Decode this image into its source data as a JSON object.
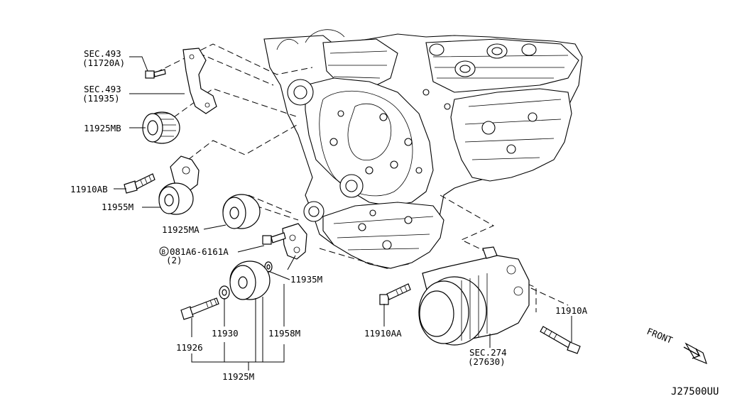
{
  "labels": {
    "sec493_a": "SEC.493",
    "sec493_a_sub": "(11720A)",
    "sec493_b": "SEC.493",
    "sec493_b_sub": "(11935)",
    "p11925MB": "11925MB",
    "p11910AB": "11910AB",
    "p11955M": "11955M",
    "p11925MA": "11925MA",
    "bolt_spec": "081A6-6161A",
    "bolt_qty": "(2)",
    "bolt_prefix": "B",
    "p11935M": "11935M",
    "p11930": "11930",
    "p11958M": "11958M",
    "p11926": "11926",
    "p11925M": "11925M",
    "p11910AA": "11910AA",
    "sec274": "SEC.274",
    "sec274_sub": "(27630)",
    "p11910A": "11910A",
    "front": "FRONT",
    "figure_code": "J27500UU"
  }
}
